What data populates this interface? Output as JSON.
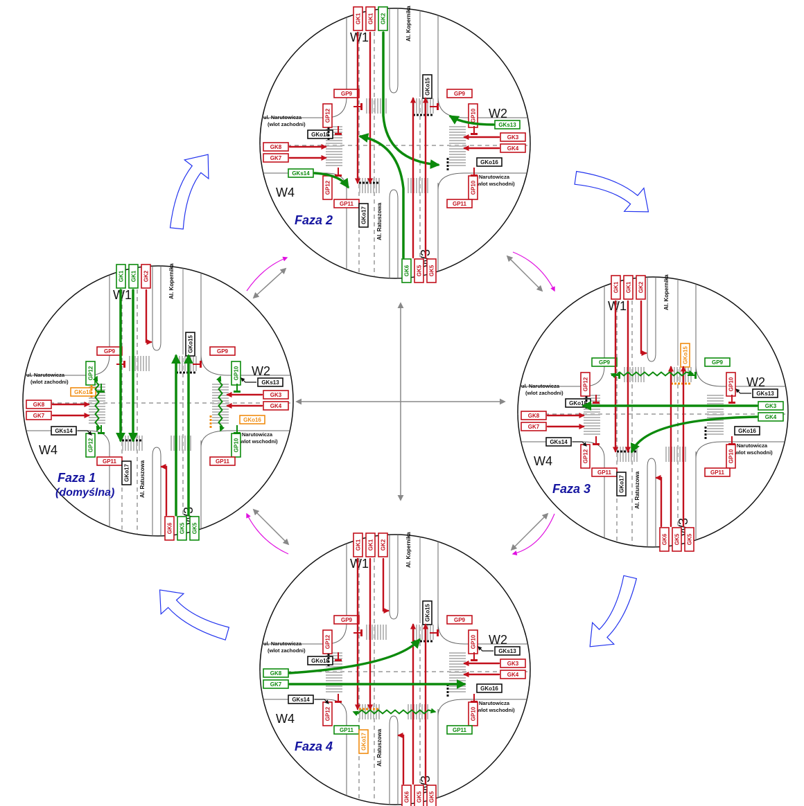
{
  "labels": {
    "w1": "W1",
    "w2": "W2",
    "w3": "W3",
    "w4": "W4",
    "kopernika": "Al. Kopernika",
    "ratuszowa": "Al. Ratuszowa",
    "naruto_w_1": "ul. Narutowicza",
    "naruto_w_2": "(wlot zachodni)",
    "naruto_e_1": "ul. Narutowicza",
    "naruto_e_2": "(wlot wschodni)"
  },
  "colors": {
    "green": "#0c8a0c",
    "red": "#c2101c",
    "black": "#111111",
    "orange": "#f08c10",
    "phase_title": "#1515a0",
    "cycle_arrow": "#2233ee",
    "grey_arrow": "#888888",
    "magenta_arrow": "#e010e0"
  },
  "phases": [
    {
      "id": "faza1",
      "title": "Faza 1",
      "subtitle": "(domyślna)",
      "signals": {
        "GK1a": "green",
        "GK1b": "green",
        "GK2": "red",
        "GK3": "red",
        "GK4": "red",
        "GK5a": "green",
        "GK5b": "green",
        "GK6": "red",
        "GK7": "red",
        "GK8": "red",
        "GP9": "red",
        "GP10": "green",
        "GP11": "red",
        "GP12": "green",
        "GKs13": "black",
        "GKs14": "black",
        "GKo15": "black",
        "GKo16": "orange",
        "GKo17": "black",
        "GKo18": "orange"
      }
    },
    {
      "id": "faza2",
      "title": "Faza 2",
      "subtitle": "",
      "signals": {
        "GK1a": "red",
        "GK1b": "red",
        "GK2": "green",
        "GK3": "red",
        "GK4": "red",
        "GK5a": "red",
        "GK5b": "red",
        "GK6": "green",
        "GK7": "red",
        "GK8": "red",
        "GP9": "red",
        "GP10": "red",
        "GP11": "red",
        "GP12": "red",
        "GKs13": "green",
        "GKs14": "green",
        "GKo15": "black",
        "GKo16": "black",
        "GKo17": "black",
        "GKo18": "black"
      }
    },
    {
      "id": "faza3",
      "title": "Faza 3",
      "subtitle": "",
      "signals": {
        "GK1a": "red",
        "GK1b": "red",
        "GK2": "red",
        "GK3": "green",
        "GK4": "green",
        "GK5a": "red",
        "GK5b": "red",
        "GK6": "red",
        "GK7": "red",
        "GK8": "red",
        "GP9": "green",
        "GP10": "red",
        "GP11": "red",
        "GP12": "red",
        "GKs13": "black",
        "GKs14": "black",
        "GKo15": "orange",
        "GKo16": "black",
        "GKo17": "black",
        "GKo18": "black"
      }
    },
    {
      "id": "faza4",
      "title": "Faza 4",
      "subtitle": "",
      "signals": {
        "GK1a": "red",
        "GK1b": "red",
        "GK2": "red",
        "GK3": "red",
        "GK4": "red",
        "GK5a": "red",
        "GK5b": "red",
        "GK6": "red",
        "GK7": "green",
        "GK8": "green",
        "GP9": "red",
        "GP10": "red",
        "GP11": "green",
        "GP12": "red",
        "GKs13": "black",
        "GKs14": "black",
        "GKo15": "black",
        "GKo16": "black",
        "GKo17": "orange",
        "GKo18": "black"
      }
    }
  ]
}
